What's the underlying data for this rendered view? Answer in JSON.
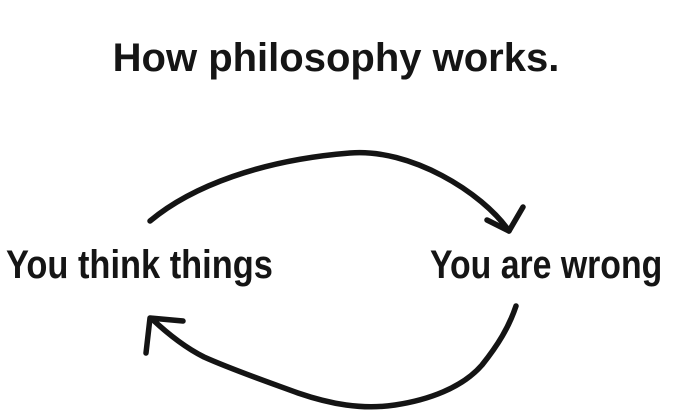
{
  "page": {
    "background_color": "#ffffff",
    "ink_color": "#141414"
  },
  "title": "How philosophy works.",
  "diagram": {
    "type": "cycle",
    "nodes": [
      {
        "id": "think",
        "label": "You think things"
      },
      {
        "id": "wrong",
        "label": "You are wrong"
      }
    ],
    "arrows": [
      {
        "name": "top-arc",
        "from": "think",
        "to": "wrong",
        "style": "hand-drawn arc over the top, arrowhead pointing down-right"
      },
      {
        "name": "bottom-arc",
        "from": "wrong",
        "to": "think",
        "style": "hand-drawn arc under the bottom, arrowhead pointing up-left"
      }
    ]
  }
}
